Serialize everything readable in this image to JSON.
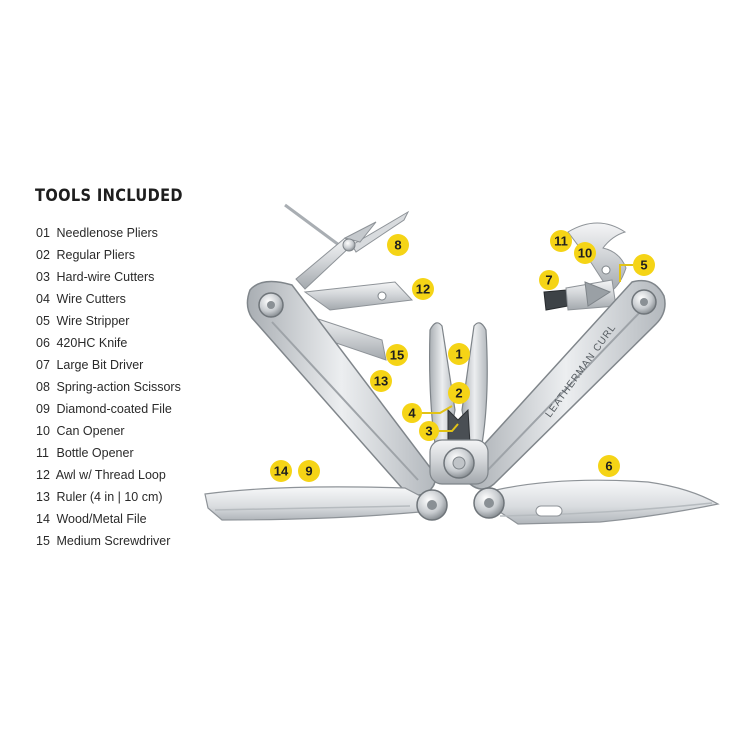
{
  "title": "TOOLS INCLUDED",
  "tools": [
    {
      "num": "01",
      "name": "Needlenose Pliers"
    },
    {
      "num": "02",
      "name": "Regular Pliers"
    },
    {
      "num": "03",
      "name": "Hard-wire Cutters"
    },
    {
      "num": "04",
      "name": "Wire Cutters"
    },
    {
      "num": "05",
      "name": "Wire Stripper"
    },
    {
      "num": "06",
      "name": "420HC Knife"
    },
    {
      "num": "07",
      "name": "Large Bit Driver"
    },
    {
      "num": "08",
      "name": "Spring-action Scissors"
    },
    {
      "num": "09",
      "name": "Diamond-coated File"
    },
    {
      "num": "10",
      "name": "Can Opener"
    },
    {
      "num": "11",
      "name": "Bottle Opener"
    },
    {
      "num": "12",
      "name": "Awl w/ Thread Loop"
    },
    {
      "num": "13",
      "name": "Ruler (4 in | 10 cm)"
    },
    {
      "num": "14",
      "name": "Wood/Metal File"
    },
    {
      "num": "15",
      "name": "Medium Screwdriver"
    }
  ],
  "callout_labels": {
    "c1": "1",
    "c2": "2",
    "c3": "3",
    "c4": "4",
    "c5": "5",
    "c6": "6",
    "c7": "7",
    "c8": "8",
    "c9": "9",
    "c10": "10",
    "c11": "11",
    "c12": "12",
    "c13": "13",
    "c14": "14",
    "c15": "15"
  },
  "handle_engraving": "LEATHERMAN CURL",
  "colors": {
    "callout": "#f5d416",
    "callout_line": "#e2c316",
    "steel": "#c9cdd1",
    "steel_dark": "#8e9398",
    "text": "#2a2a2a"
  }
}
